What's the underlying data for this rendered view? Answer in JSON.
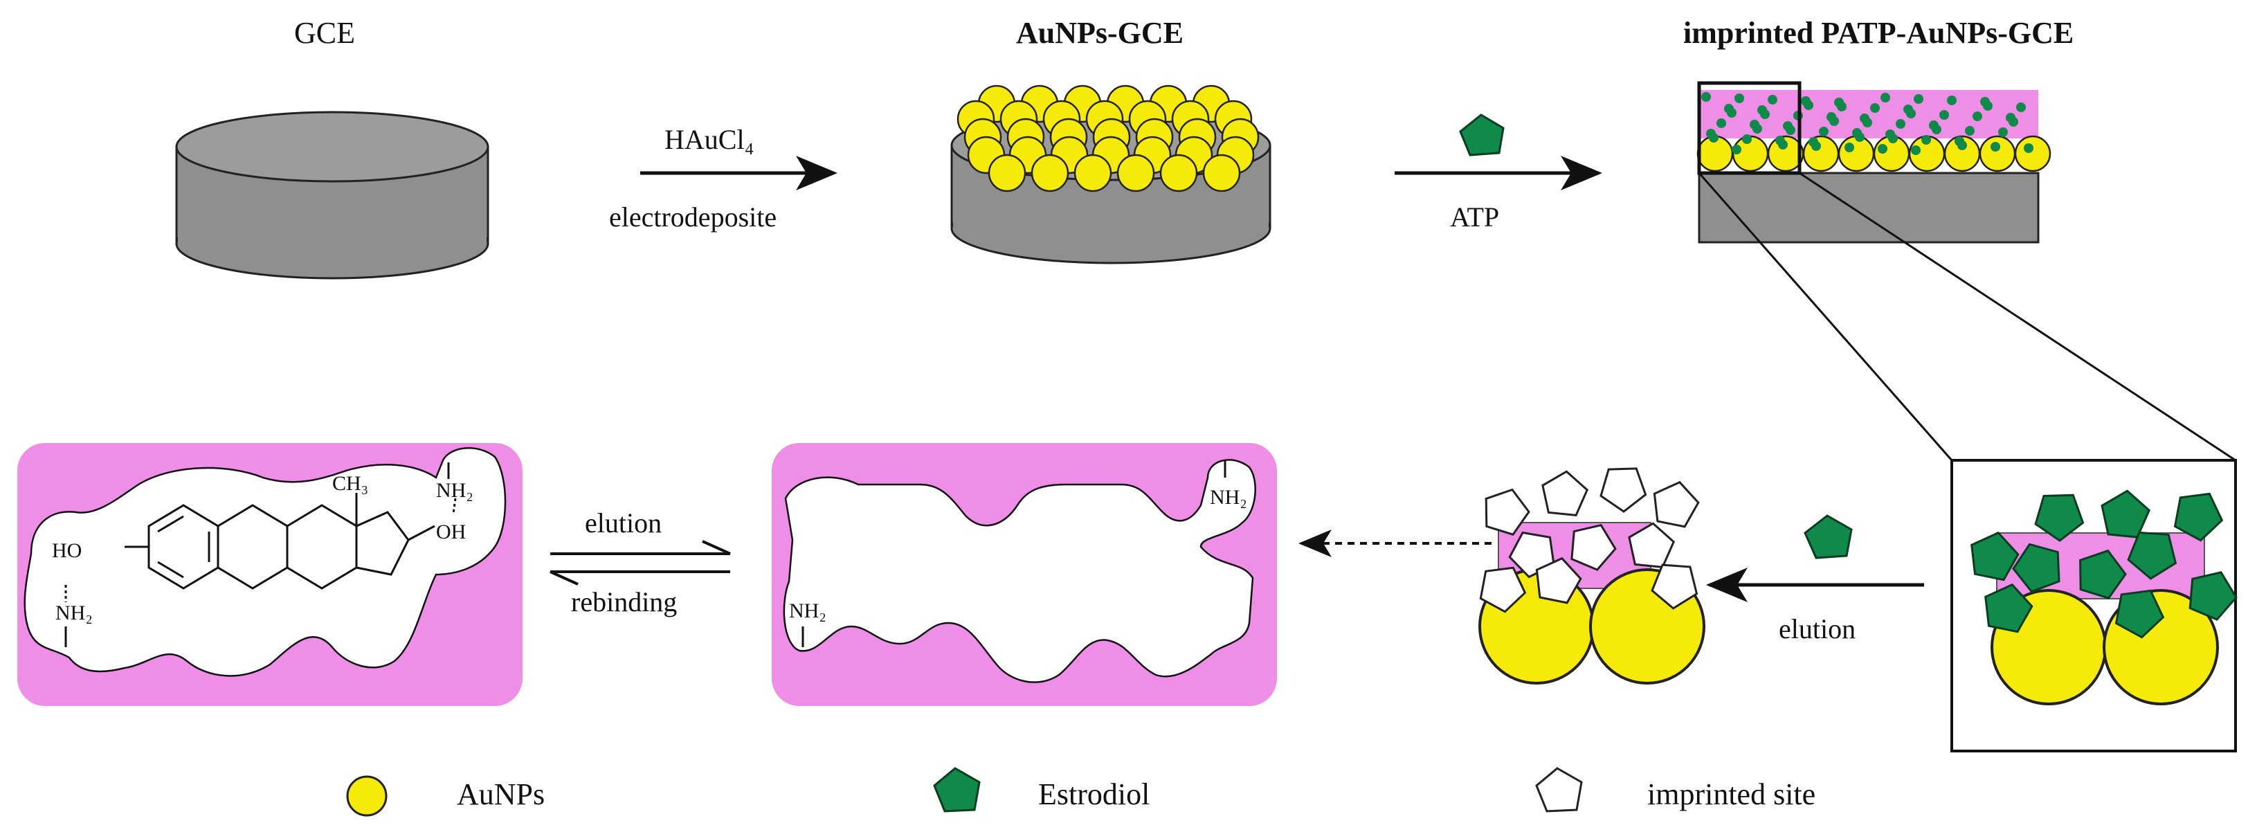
{
  "stages": {
    "gce": "GCE",
    "aunps_gce": "AuNPs-GCE",
    "imprinted": "imprinted PATP-AuNPs-GCE"
  },
  "arrows": {
    "step1_top": "HAuCl₄",
    "step1_bottom": "electrodeposite",
    "step2_bottom": "ATP",
    "elution_right": "elution",
    "elution_eq": "elution",
    "rebinding_eq": "rebinding"
  },
  "chem": {
    "ch3": "CH₃",
    "nh2": "NH₂",
    "oh": "OH",
    "ho": "HO",
    "nh2_a": "NH₂",
    "nh2_b": "NH₂",
    "nh2_c": "NH₂"
  },
  "legend": {
    "aunps": "AuNPs",
    "estradiol": "Estrodiol",
    "site": "imprinted site"
  },
  "colors": {
    "gold": "#f5ea0a",
    "green": "#0f8a4a",
    "pink": "#ee8ee6",
    "gray": "#8e8e8e"
  }
}
